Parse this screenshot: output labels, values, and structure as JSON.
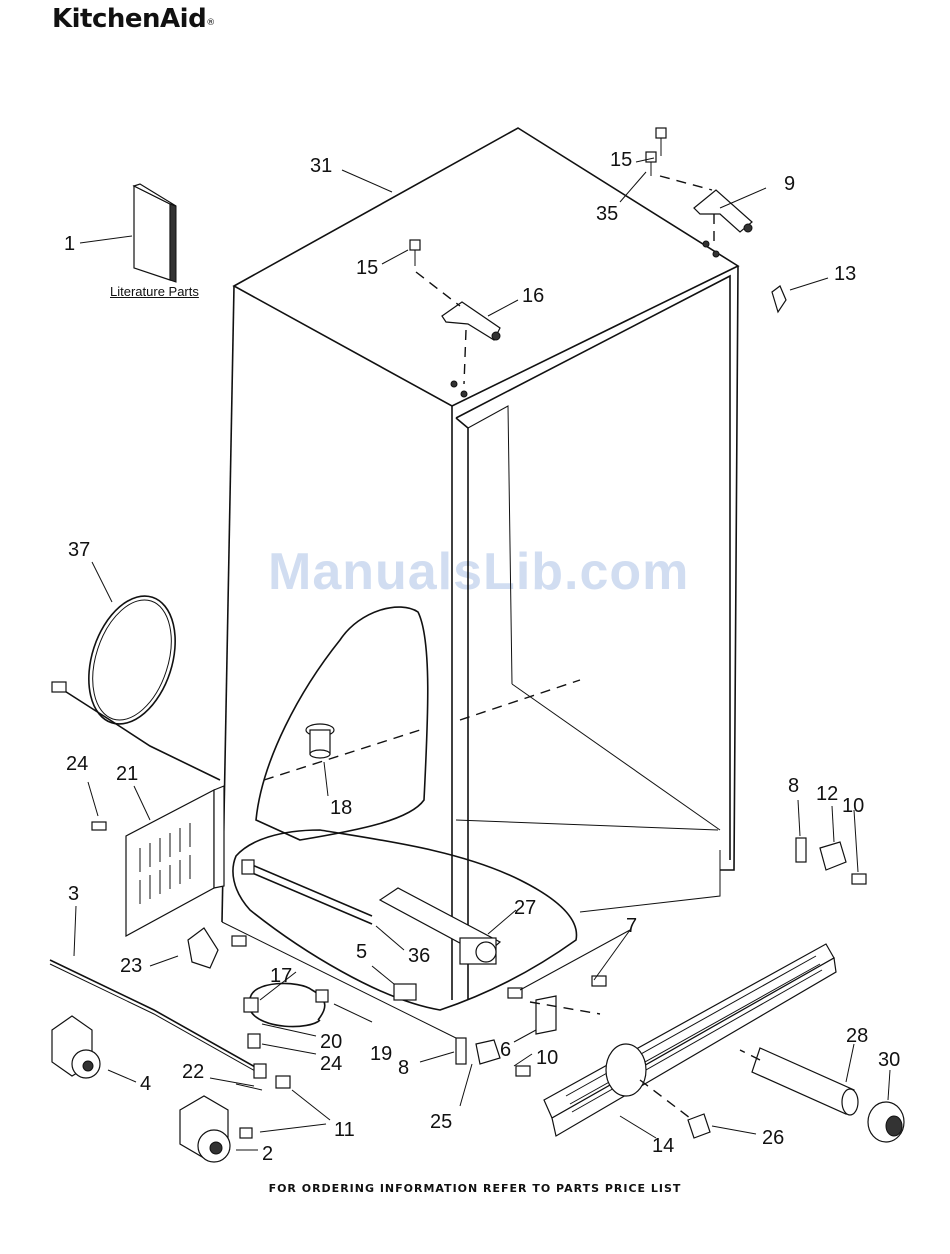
{
  "brand": {
    "name": "KitchenAid",
    "mark": "®"
  },
  "literature_label": "Literature Parts",
  "watermark": "ManualsLib.com",
  "footer": "FOR ORDERING INFORMATION REFER TO PARTS PRICE LIST",
  "callouts": {
    "c1": "1",
    "c2": "2",
    "c3": "3",
    "c4": "4",
    "c5": "5",
    "c6": "6",
    "c7": "7",
    "c8a": "8",
    "c8b": "8",
    "c9": "9",
    "c10a": "10",
    "c10b": "10",
    "c11": "11",
    "c12": "12",
    "c13": "13",
    "c14": "14",
    "c15a": "15",
    "c15b": "15",
    "c16": "16",
    "c17": "17",
    "c18": "18",
    "c19": "19",
    "c20": "20",
    "c21": "21",
    "c22": "22",
    "c23": "23",
    "c24a": "24",
    "c24b": "24",
    "c25": "25",
    "c26": "26",
    "c27": "27",
    "c28": "28",
    "c30": "30",
    "c31": "31",
    "c35": "35",
    "c36": "36",
    "c37": "37"
  }
}
